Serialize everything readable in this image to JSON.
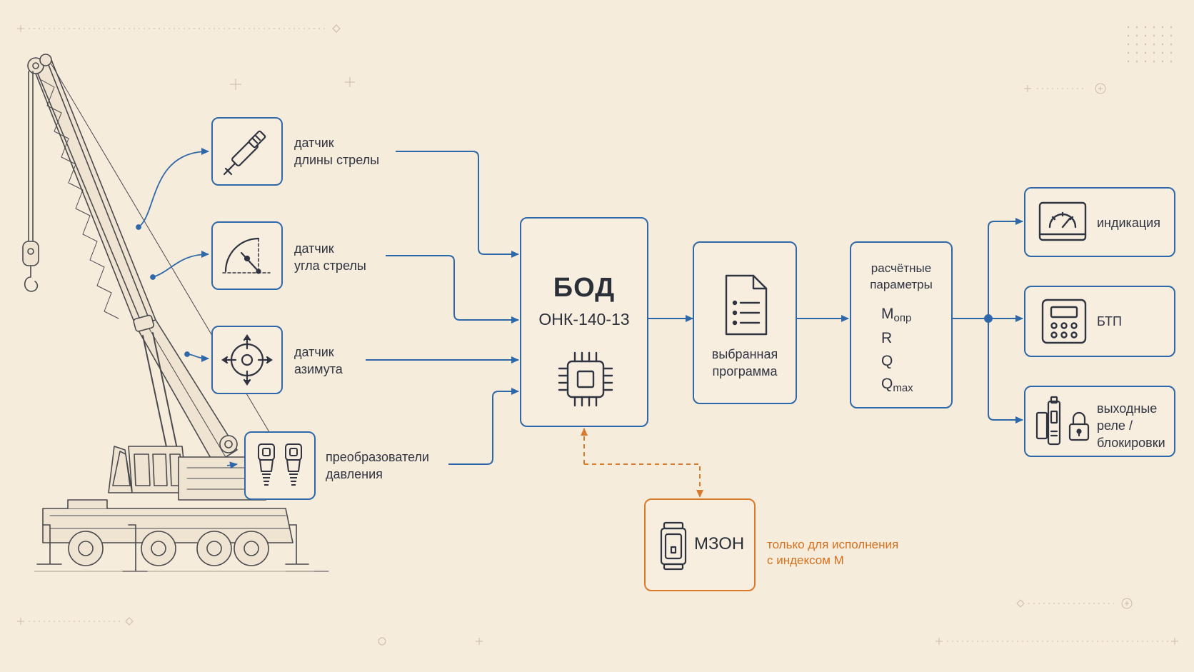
{
  "sensors": [
    {
      "id": "boom-length",
      "line1": "датчик",
      "line2": "длины стрелы"
    },
    {
      "id": "boom-angle",
      "line1": "датчик",
      "line2": "угла стрелы"
    },
    {
      "id": "azimuth",
      "line1": "датчик",
      "line2": "азимута"
    },
    {
      "id": "pressure",
      "line1": "преобразователи",
      "line2": "давления"
    }
  ],
  "bod": {
    "title": "БОД",
    "model": "ОНК-140-13",
    "icon": "chip-icon"
  },
  "program": {
    "line1": "выбранная",
    "line2": "программа",
    "icon": "document-list-icon"
  },
  "params": {
    "line1": "расчётные",
    "line2": "параметры",
    "items": [
      {
        "main": "M",
        "sub": "опр"
      },
      {
        "main": "R",
        "sub": ""
      },
      {
        "main": "Q",
        "sub": ""
      },
      {
        "main": "Q",
        "sub": "max"
      }
    ]
  },
  "outputs": [
    {
      "id": "indication",
      "lines": [
        "индикация"
      ],
      "icon": "gauge-monitor-icon"
    },
    {
      "id": "btp",
      "lines": [
        "БТП"
      ],
      "icon": "keypad-terminal-icon"
    },
    {
      "id": "relays",
      "lines": [
        "выходные",
        "реле /",
        "блокировки"
      ],
      "icon": "relay-lock-icon"
    }
  ],
  "mzon": {
    "label": "МЗОН",
    "icon": "memory-module-icon"
  },
  "note": {
    "line1": "только для исполнения",
    "line2": "с индексом М"
  },
  "colors": {
    "blue": "#2f68a8",
    "orange": "#d9792a",
    "background": "#f6ecdc",
    "ink": "#2f3440"
  }
}
